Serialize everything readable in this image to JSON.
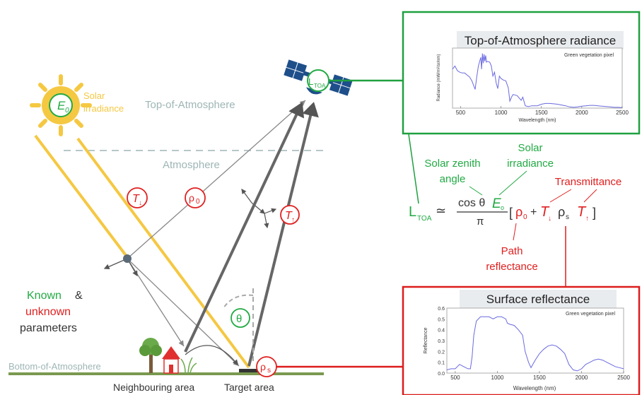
{
  "scene": {
    "sun_symbol": "E",
    "sun_symbol_sub": "0",
    "sun_label_line1": "Solar",
    "sun_label_line2": "irradiance",
    "toa_label": "Top-of-Atmosphere",
    "atmosphere_label": "Atmosphere",
    "boa_label": "Bottom-of-Atmosphere",
    "neighbouring_label": "Neighbouring area",
    "target_label": "Target area",
    "satellite_symbol": "L",
    "satellite_symbol_sub": "TOA",
    "t_down": "T",
    "t_down_arrow": "↓",
    "rho0_symbol": "ρ",
    "rho0_sub": "0",
    "t_up": "T",
    "t_up_arrow": "↑",
    "theta_symbol": "θ",
    "rhos_symbol": "ρ",
    "rhos_sub": "s",
    "known_word": "Known",
    "ampersand": "&",
    "unknown_word": "unknown",
    "parameters_word": "parameters"
  },
  "equation": {
    "lhs": "L",
    "lhs_sub": "TOA",
    "approx": "≃",
    "numerator": "cos θ",
    "numerator_E": "E",
    "numerator_E_sub": "o",
    "denominator": "π",
    "open_bracket": "[",
    "rho0": "ρ",
    "rho0_sub": "0",
    "plus": "+",
    "t_down": "T",
    "t_down_arrow": "↓",
    "rhos": "ρ",
    "rhos_sub": "s",
    "t_up": "T",
    "t_up_arrow": "↑",
    "close_bracket": "]",
    "label_zenith_line1": "Solar zenith",
    "label_zenith_line2": "angle",
    "label_irradiance_line1": "Solar",
    "label_irradiance_line2": "irradiance",
    "label_transmittance": "Transmittance",
    "label_path_line1": "Path",
    "label_path_line2": "reflectance"
  },
  "colors": {
    "known": "#22aa44",
    "unknown": "#e02020",
    "sun": "#f5c842",
    "atmosphere_text": "#9fb5b5",
    "box_green": "#1fa040",
    "box_red": "#dd1c1c",
    "spectrum_line": "#6a6ae0"
  },
  "chart_data": [
    {
      "type": "line",
      "title": "Top-of-Atmosphere radiance",
      "annotation": "Green vegetation pixel",
      "xlabel": "Wavelength (nm)",
      "ylabel": "Radiance (mW/m²/sr/nm)",
      "xlim": [
        400,
        2500
      ],
      "xticks": [
        "500",
        "1000",
        "1500",
        "2000",
        "2500"
      ],
      "series": [
        {
          "x": [
            400,
            430,
            460,
            490,
            520,
            550,
            580,
            610,
            640,
            680,
            700,
            720,
            750,
            760,
            770,
            780,
            790,
            800,
            810,
            820,
            830,
            860,
            880,
            900,
            920,
            940,
            960,
            980,
            1000,
            1030,
            1060,
            1090,
            1110,
            1130,
            1150,
            1200,
            1250,
            1270,
            1300,
            1340,
            1380,
            1450,
            1500,
            1550,
            1600,
            1650,
            1700,
            1750,
            1800,
            1850,
            1900,
            1950,
            2000,
            2050,
            2100,
            2150,
            2200,
            2250,
            2300,
            2350,
            2400,
            2450,
            2500
          ],
          "y": [
            100,
            108,
            96,
            92,
            90,
            90,
            85,
            80,
            70,
            48,
            80,
            108,
            130,
            100,
            140,
            115,
            138,
            120,
            135,
            118,
            120,
            118,
            108,
            82,
            92,
            65,
            50,
            82,
            76,
            72,
            70,
            52,
            18,
            28,
            35,
            32,
            20,
            28,
            6,
            4,
            6,
            6,
            10,
            12,
            12,
            11,
            10,
            8,
            6,
            3,
            2,
            3,
            5,
            6,
            7,
            7,
            6,
            5,
            4,
            3,
            2,
            2,
            1
          ]
        }
      ]
    },
    {
      "type": "line",
      "title": "Surface reflectance",
      "annotation": "Green vegetation pixel",
      "xlabel": "Wavelength (nm)",
      "ylabel": "Reflectance",
      "xlim": [
        400,
        2500
      ],
      "ylim": [
        0,
        0.6
      ],
      "xticks": [
        "500",
        "1000",
        "1500",
        "2000",
        "2500"
      ],
      "yticks": [
        "0.0",
        "0.1",
        "0.2",
        "0.3",
        "0.4",
        "0.5",
        "0.6"
      ],
      "series": [
        {
          "x": [
            400,
            450,
            500,
            550,
            600,
            650,
            680,
            700,
            720,
            750,
            800,
            850,
            900,
            950,
            1000,
            1050,
            1100,
            1120,
            1150,
            1200,
            1250,
            1300,
            1330,
            1370,
            1400,
            1450,
            1500,
            1550,
            1600,
            1650,
            1700,
            1750,
            1800,
            1850,
            1900,
            1950,
            2000,
            2050,
            2100,
            2150,
            2200,
            2250,
            2300,
            2350,
            2400,
            2450,
            2500
          ],
          "y": [
            0.03,
            0.04,
            0.04,
            0.08,
            0.06,
            0.04,
            0.04,
            0.15,
            0.35,
            0.48,
            0.52,
            0.52,
            0.52,
            0.5,
            0.52,
            0.52,
            0.5,
            0.46,
            0.45,
            0.44,
            0.4,
            0.35,
            0.2,
            0.1,
            0.05,
            0.12,
            0.18,
            0.22,
            0.25,
            0.26,
            0.25,
            0.22,
            0.18,
            0.08,
            0.03,
            0.02,
            0.04,
            0.08,
            0.1,
            0.12,
            0.13,
            0.12,
            0.1,
            0.08,
            0.06,
            0.05,
            0.04
          ]
        }
      ]
    }
  ]
}
